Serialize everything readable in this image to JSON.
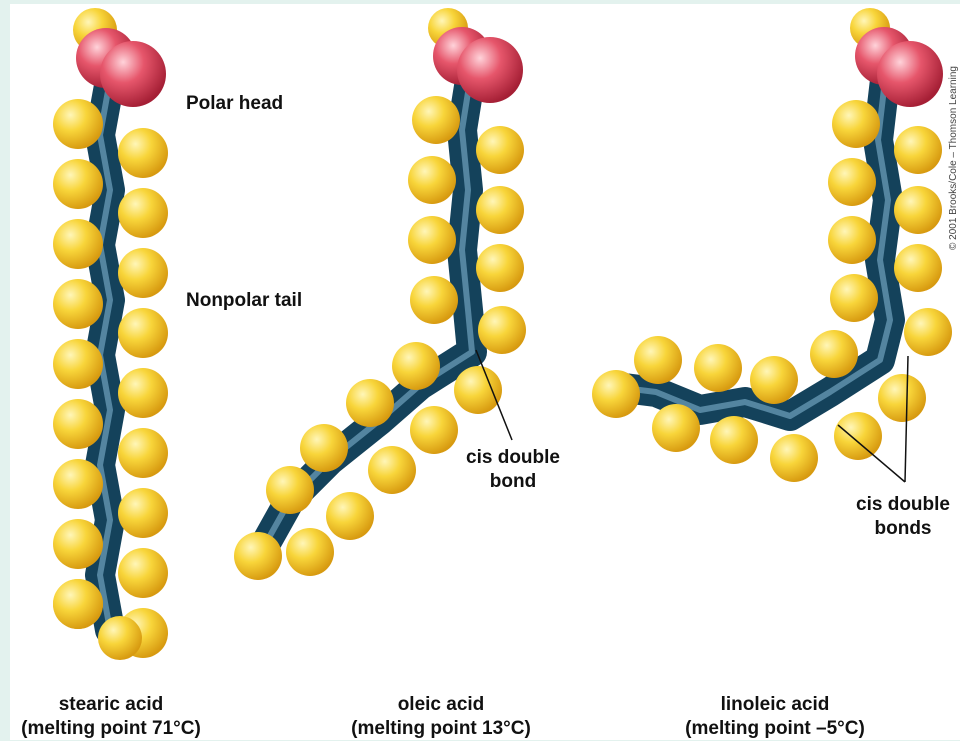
{
  "labels": {
    "polar_head": "Polar head",
    "nonpolar_tail": "Nonpolar tail",
    "cis_double_bond": [
      "cis double",
      "bond"
    ],
    "cis_double_bonds": [
      "cis double",
      "bonds"
    ]
  },
  "molecules": [
    {
      "name": "stearic acid",
      "melting_point": "(melting point 71°C)"
    },
    {
      "name": "oleic acid",
      "melting_point": "(melting point 13°C)"
    },
    {
      "name": "linoleic acid",
      "melting_point": "(melting point –5°C)"
    }
  ],
  "copyright": "© 2001 Brooks/Cole – Thomson Learning",
  "colors": {
    "hydrogen": "#f5cc2a",
    "oxygen": "#e04a60",
    "carbon_backbone": "#1e4d66",
    "background": "#e3f2ee"
  }
}
